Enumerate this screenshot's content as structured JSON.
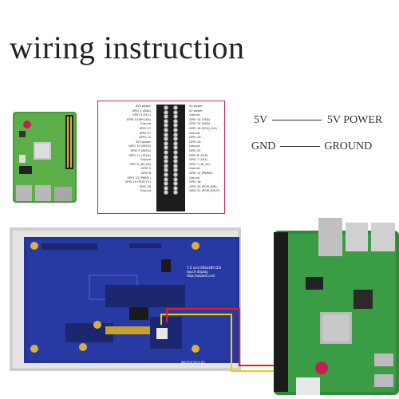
{
  "title": "wiring instruction",
  "legend": {
    "row1_left": "5V",
    "row1_right": "5V POWER",
    "row2_left": "GND",
    "row2_right": "GROUND"
  },
  "pinout": {
    "left": [
      "3V3 power",
      "GPIO 2 (SDA)",
      "GPIO 3 (SCL)",
      "GPIO 4 (GPCLK0)",
      "Ground",
      "GPIO 17",
      "GPIO 27",
      "GPIO 22",
      "3V3 power",
      "GPIO 10 (MOSI)",
      "GPIO 9 (MISO)",
      "GPIO 11 (SCLK)",
      "Ground",
      "GPIO 0 (ID_SD)",
      "GPIO 5",
      "GPIO 6",
      "GPIO 13 (PWM1)",
      "GPIO 19 (PCM_FS)",
      "GPIO 26",
      "Ground"
    ],
    "right": [
      "5V power",
      "5V power",
      "Ground",
      "GPIO 14 (TXD)",
      "GPIO 15 (RXD)",
      "GPIO 18 (PCM_CLK)",
      "Ground",
      "GPIO 23",
      "GPIO 24",
      "Ground",
      "GPIO 25",
      "GPIO 8 (CE0)",
      "GPIO 7 (CE1)",
      "GPIO 1 (ID_SC)",
      "Ground",
      "GPIO 12 (PWM0)",
      "Ground",
      "GPIO 16",
      "GPIO 20 (PCM_DIN)",
      "GPIO 21 (PCM_DOUT)"
    ]
  },
  "display_board": {
    "label_lines": [
      "7.0 inch 800x480 DSI",
      "touch display",
      "http://wwwdi.com"
    ],
    "serial": "JMO50C003-05"
  },
  "colors": {
    "pinout_border": "#d0205a",
    "wire_red": "#e02020",
    "wire_yellow": "#f2d000",
    "board_blue": "#23349a",
    "pcb_green": "#2f8a3a"
  }
}
